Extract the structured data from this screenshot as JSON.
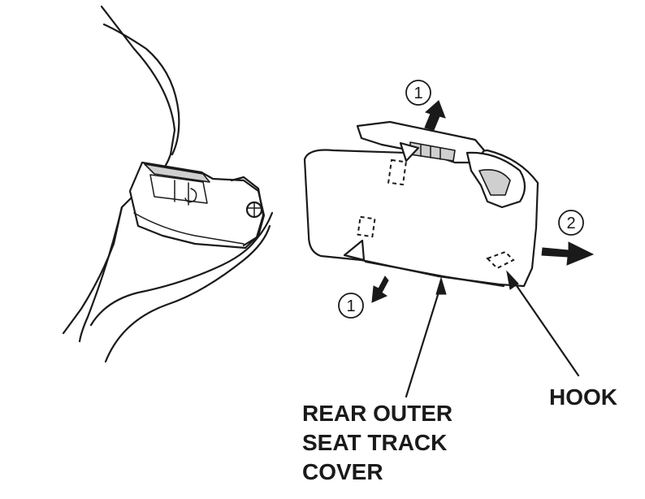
{
  "labels": {
    "cover_line1": "REAR OUTER",
    "cover_line2": "SEAT TRACK",
    "cover_line3": "COVER",
    "hook": "HOOK"
  },
  "callouts": {
    "step1_top": "1",
    "step1_bottom": "1",
    "step2": "2"
  },
  "colors": {
    "ink": "#1a1a1a",
    "shade": "#cfcfcf",
    "background": "#ffffff"
  }
}
